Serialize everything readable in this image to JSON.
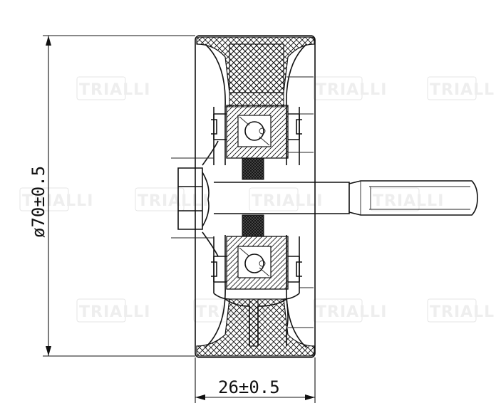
{
  "watermark": {
    "text": "TRIALLI"
  },
  "dimensions": {
    "diameter": "ø70±0.5",
    "width": "26±0.5"
  },
  "colors": {
    "line": "#111111",
    "watermark": "#e6e6e6",
    "background": "#ffffff"
  }
}
